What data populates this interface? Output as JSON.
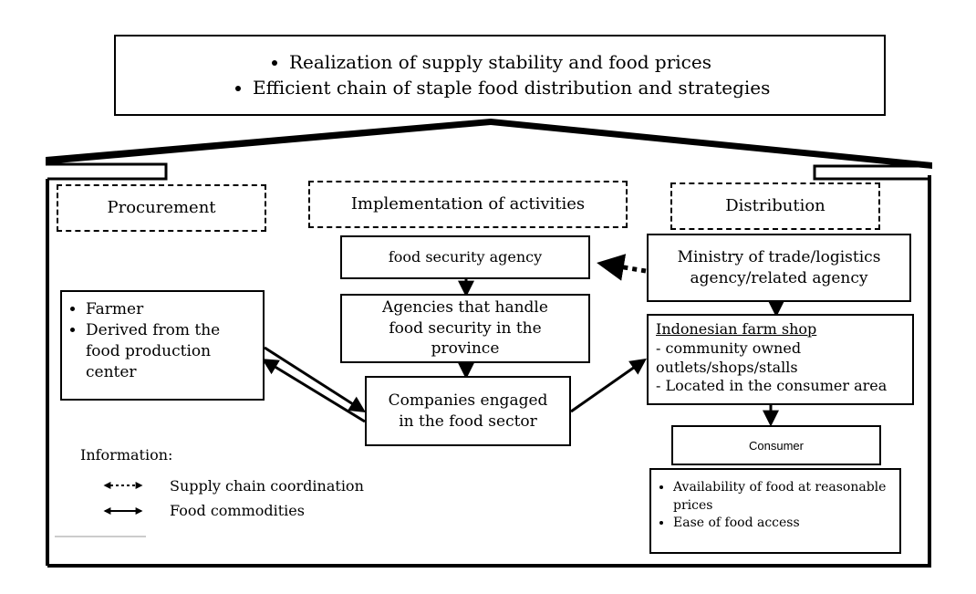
{
  "goals": [
    "Realization of supply stability and food prices",
    "Efficient chain of staple food distribution and strategies"
  ],
  "sections": {
    "procurement": "Procurement",
    "implementation": "Implementation of activities",
    "distribution": "Distribution"
  },
  "procurement_box": {
    "items": [
      "Farmer",
      "Derived from the food production center"
    ]
  },
  "implementation": {
    "food_security_agency": "food security agency",
    "province_agencies": "Agencies that handle food security in the province",
    "companies": "Companies engaged in the food sector"
  },
  "distribution": {
    "ministry": "Ministry of trade/logistics agency/related agency",
    "farm_shop": {
      "title": "Indonesian farm shop",
      "line1": "- community owned outlets/shops/stalls",
      "line2": "- Located in the consumer area"
    },
    "consumer": "Consumer",
    "outcomes": [
      "Availability of food at reasonable prices",
      "Ease of food access"
    ]
  },
  "legend": {
    "title": "Information:",
    "dotted": "Supply chain coordination",
    "solid": "Food commodities"
  }
}
